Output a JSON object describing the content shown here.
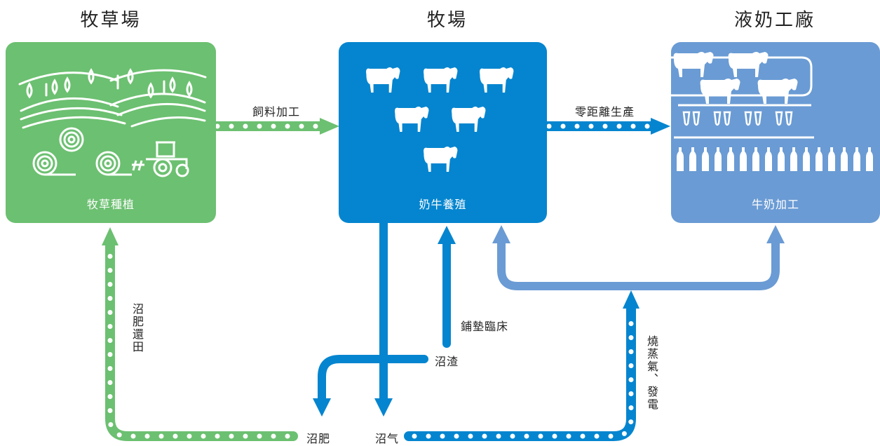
{
  "headings": {
    "pasture": "牧草場",
    "ranch": "牧場",
    "factory": "液奶工廠"
  },
  "panels": {
    "pasture": {
      "label": "牧草種植",
      "color": "#6cc071"
    },
    "ranch": {
      "label": "奶牛養殖",
      "color": "#0585cf"
    },
    "factory": {
      "label": "牛奶加工",
      "color": "#6a9bd4"
    }
  },
  "flows": {
    "feed": "飼料加工",
    "zero_distance": "零距離生產",
    "bedding": "鋪墊臨床",
    "digestate": "沼渣",
    "manure": "沼肥",
    "biogas": "沼气",
    "return_field": "沼肥還田",
    "steam_power": "燒蒸氣、發電"
  },
  "icons": {
    "pasture": [
      "raindrop-field-icon",
      "hay-bale-icon",
      "tractor-icon"
    ],
    "ranch": [
      "cow-icon"
    ],
    "factory": [
      "milking-cow-icon",
      "milk-bottle-icon"
    ]
  }
}
